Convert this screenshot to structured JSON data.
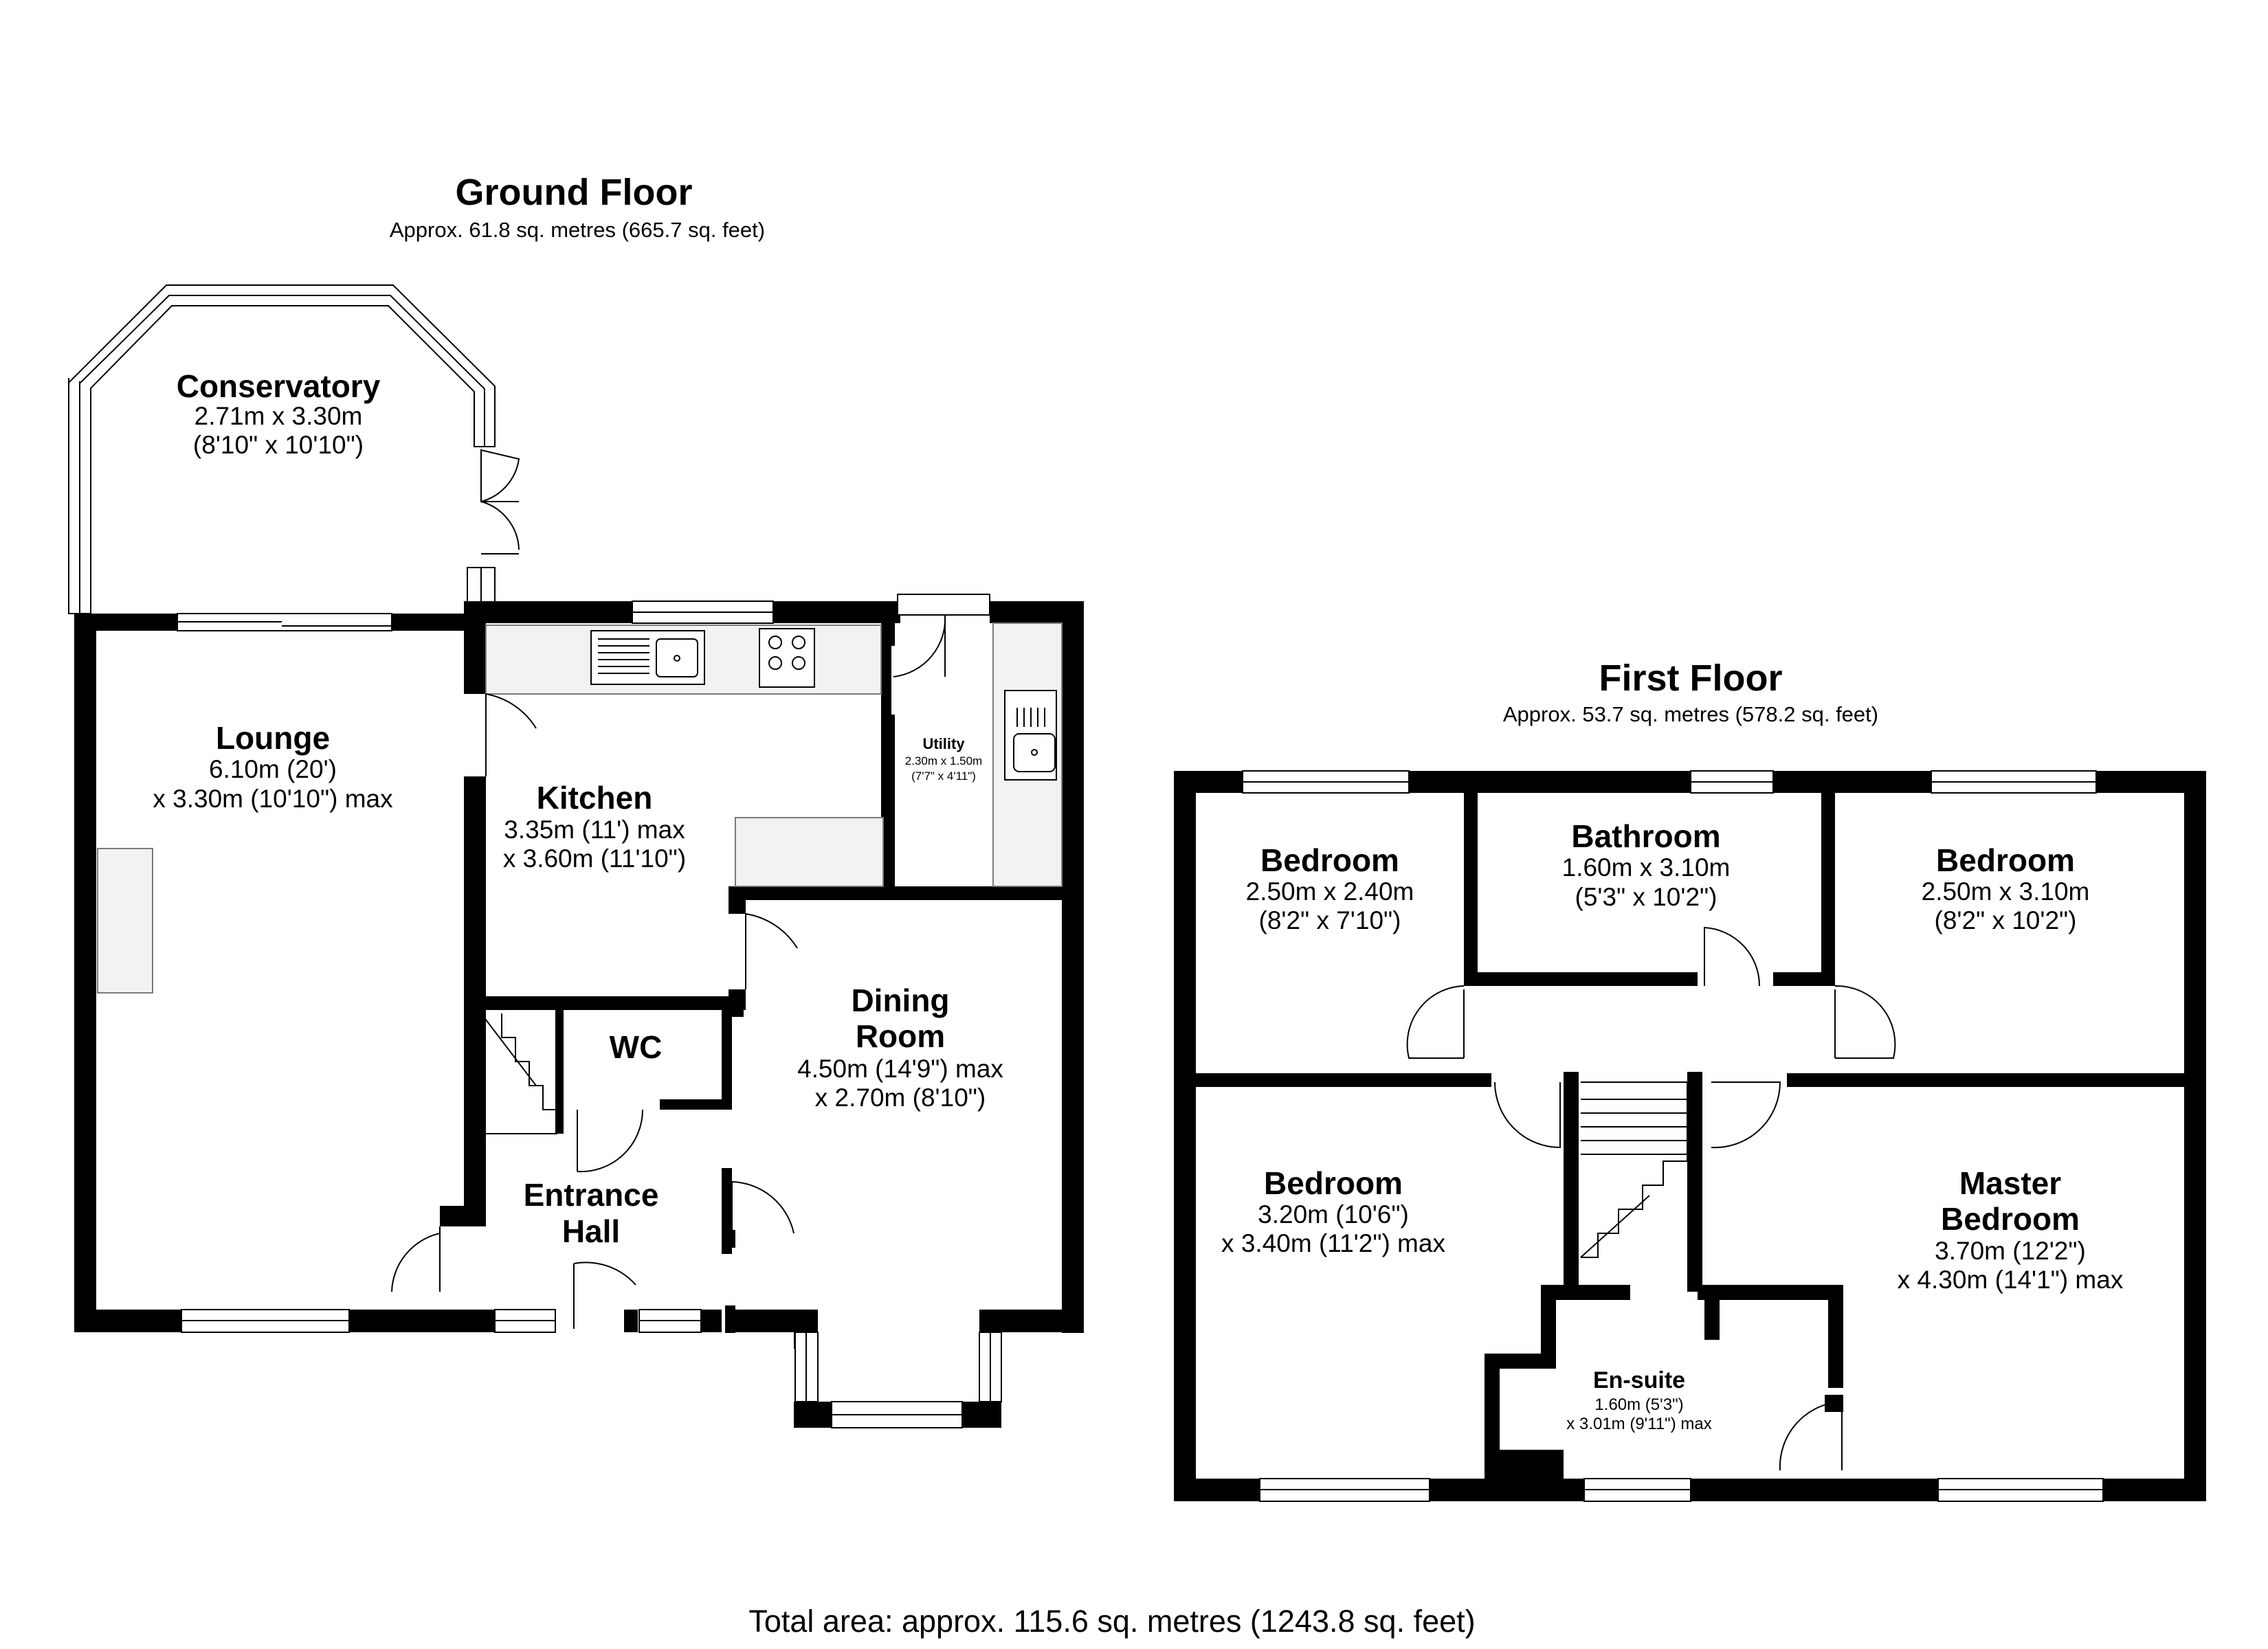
{
  "ground_floor": {
    "title": "Ground Floor",
    "area": "Approx. 61.8 sq. metres (665.7 sq. feet)",
    "rooms": {
      "conservatory": {
        "name": "Conservatory",
        "dim1": "2.71m x 3.30m",
        "dim2": "(8'10\" x 10'10\")"
      },
      "lounge": {
        "name": "Lounge",
        "dim1": "6.10m (20')",
        "dim2": "x 3.30m (10'10\") max"
      },
      "kitchen": {
        "name": "Kitchen",
        "dim1": "3.35m (11') max",
        "dim2": "x 3.60m (11'10\")"
      },
      "utility": {
        "name": "Utility",
        "dim1": "2.30m x 1.50m",
        "dim2": "(7'7\" x 4'11\")"
      },
      "dining": {
        "name1": "Dining",
        "name2": "Room",
        "dim1": "4.50m (14'9\") max",
        "dim2": "x 2.70m (8'10\")"
      },
      "wc": {
        "name": "WC"
      },
      "entrance_hall": {
        "name1": "Entrance",
        "name2": "Hall"
      }
    }
  },
  "first_floor": {
    "title": "First Floor",
    "area": "Approx. 53.7 sq. metres (578.2 sq. feet)",
    "rooms": {
      "bedroom_1": {
        "name": "Bedroom",
        "dim1": "2.50m x 2.40m",
        "dim2": "(8'2\" x 7'10\")"
      },
      "bathroom": {
        "name": "Bathroom",
        "dim1": "1.60m x 3.10m",
        "dim2": "(5'3\" x 10'2\")"
      },
      "bedroom_2": {
        "name": "Bedroom",
        "dim1": "2.50m x 3.10m",
        "dim2": "(8'2\" x 10'2\")"
      },
      "bedroom_3": {
        "name": "Bedroom",
        "dim1": "3.20m (10'6\")",
        "dim2": "x 3.40m (11'2\") max"
      },
      "master_bedroom": {
        "name1": "Master",
        "name2": "Bedroom",
        "dim1": "3.70m (12'2\")",
        "dim2": "x 4.30m (14'1\") max"
      },
      "ensuite": {
        "name": "En-suite",
        "dim1": "1.60m (5'3\")",
        "dim2": "x 3.01m (9'11\") max"
      }
    }
  },
  "total_area": "Total area: approx. 115.6 sq. metres (1243.8 sq. feet)"
}
